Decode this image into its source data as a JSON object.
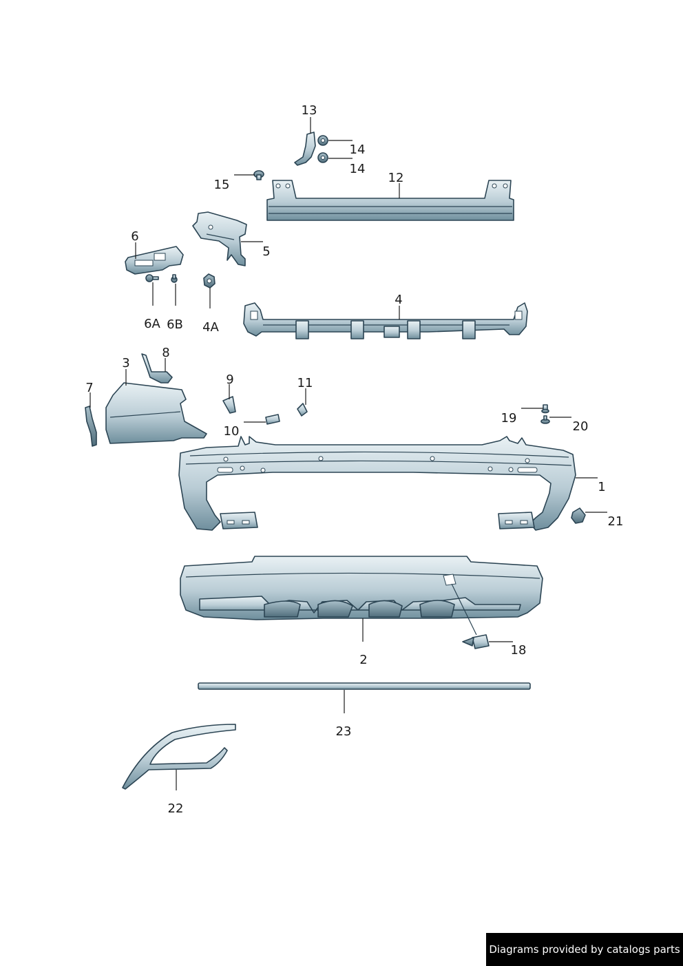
{
  "labels": {
    "p1": "1",
    "p2": "2",
    "p3": "3",
    "p4": "4",
    "p4A": "4A",
    "p5": "5",
    "p6": "6",
    "p6A": "6A",
    "p6B": "6B",
    "p7": "7",
    "p8": "8",
    "p9": "9",
    "p10": "10",
    "p11": "11",
    "p12": "12",
    "p13": "13",
    "p14a": "14",
    "p14b": "14",
    "p15": "15",
    "p18": "18",
    "p19": "19",
    "p20": "20",
    "p21": "21",
    "p22": "22",
    "p23": "23"
  },
  "footer": {
    "text": "Diagrams provided by catalogs parts"
  },
  "colors": {
    "part_fill_light": "#dde9ee",
    "part_fill_dark": "#7a9aa8",
    "outline": "#2b4453",
    "footer_bg": "#000000"
  }
}
